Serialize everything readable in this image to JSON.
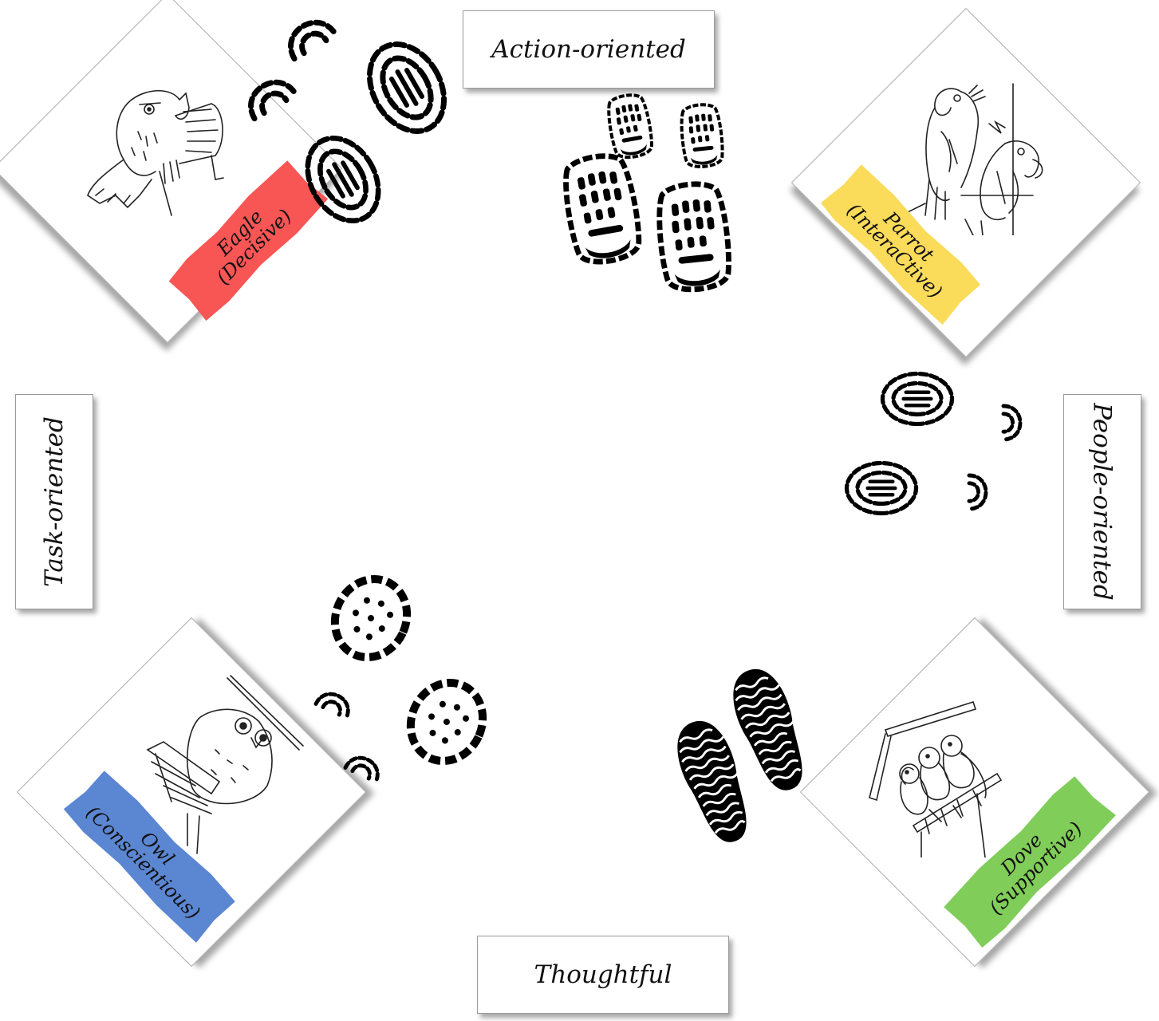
{
  "axis_labels": {
    "top": "Action-oriented",
    "bottom": "Thoughtful",
    "left": "Task-oriented",
    "right": "People-oriented"
  },
  "quadrants": [
    {
      "id": "eagle",
      "name": "Eagle",
      "trait": "(Decisive)",
      "color": "#f85555",
      "icon": "eagle-drawing-icon"
    },
    {
      "id": "parrot",
      "name": "Parrot",
      "trait": "(InteraCtive)",
      "color": "#fbdb5a",
      "icon": "parrot-drawing-icon"
    },
    {
      "id": "owl",
      "name": "Owl",
      "trait": "(Conscientious)",
      "color": "#5b86d2",
      "icon": "owl-drawing-icon"
    },
    {
      "id": "dove",
      "name": "Dove",
      "trait": "(Supportive)",
      "color": "#80cd5a",
      "icon": "dove-drawing-icon"
    }
  ],
  "decorations": [
    "boot-print-icon",
    "sneaker-print-icon",
    "wavy-sole-print-icon"
  ]
}
